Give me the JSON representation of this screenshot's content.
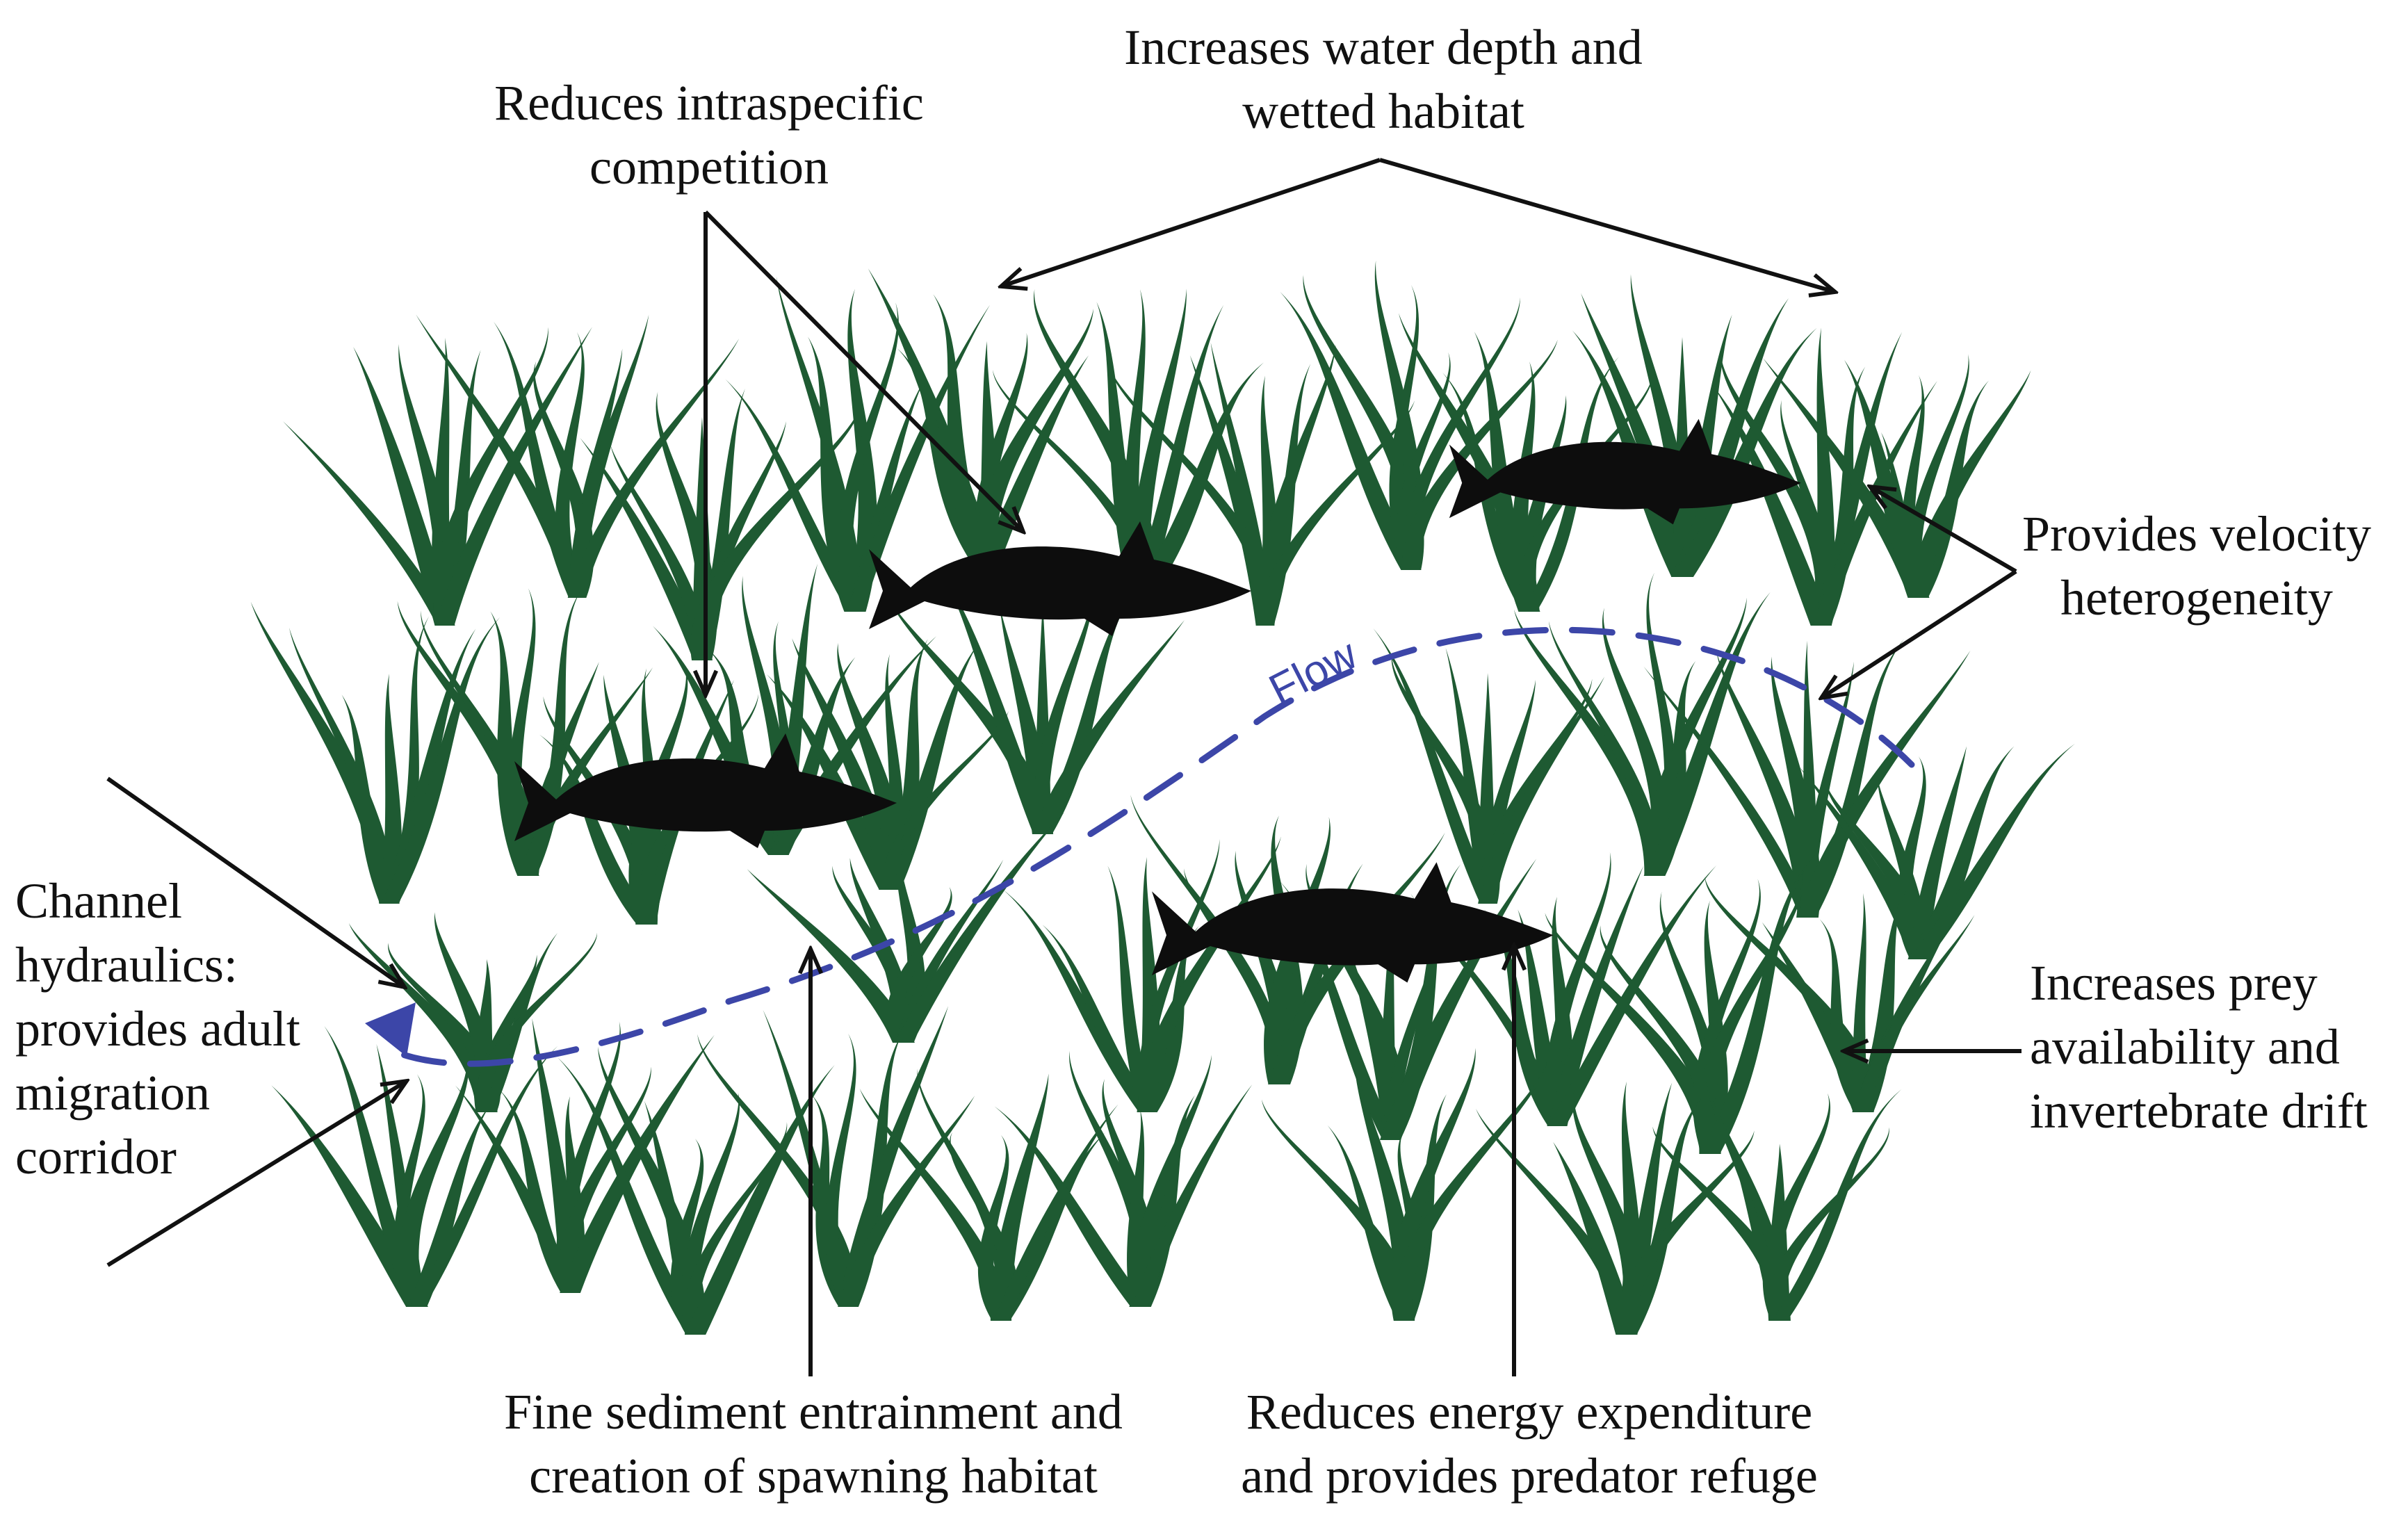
{
  "labels": {
    "water_depth": {
      "line1": "Increases water depth and",
      "line2": "wetted habitat"
    },
    "intraspecific": {
      "line1": "Reduces intraspecific",
      "line2": "competition"
    },
    "velocity": {
      "line1": "Provides velocity",
      "line2": "heterogeneity"
    },
    "channel": {
      "line1": "Channel",
      "line2": "hydraulics:",
      "line3": "provides adult",
      "line4": "migration",
      "line5": "corridor"
    },
    "prey": {
      "line1": "Increases prey",
      "line2": "availability  and",
      "line3": "invertebrate drift"
    },
    "sediment": {
      "line1": "Fine sediment entrainment and",
      "line2": "creation of spawning habitat"
    },
    "energy": {
      "line1": "Reduces energy expenditure",
      "line2": "and provides predator refuge"
    },
    "flow": "Flow"
  },
  "colors": {
    "vegetation": "#1e5a32",
    "fish": "#0d0d0d",
    "flow_line": "#3c46a8",
    "arrows": "#111111"
  }
}
